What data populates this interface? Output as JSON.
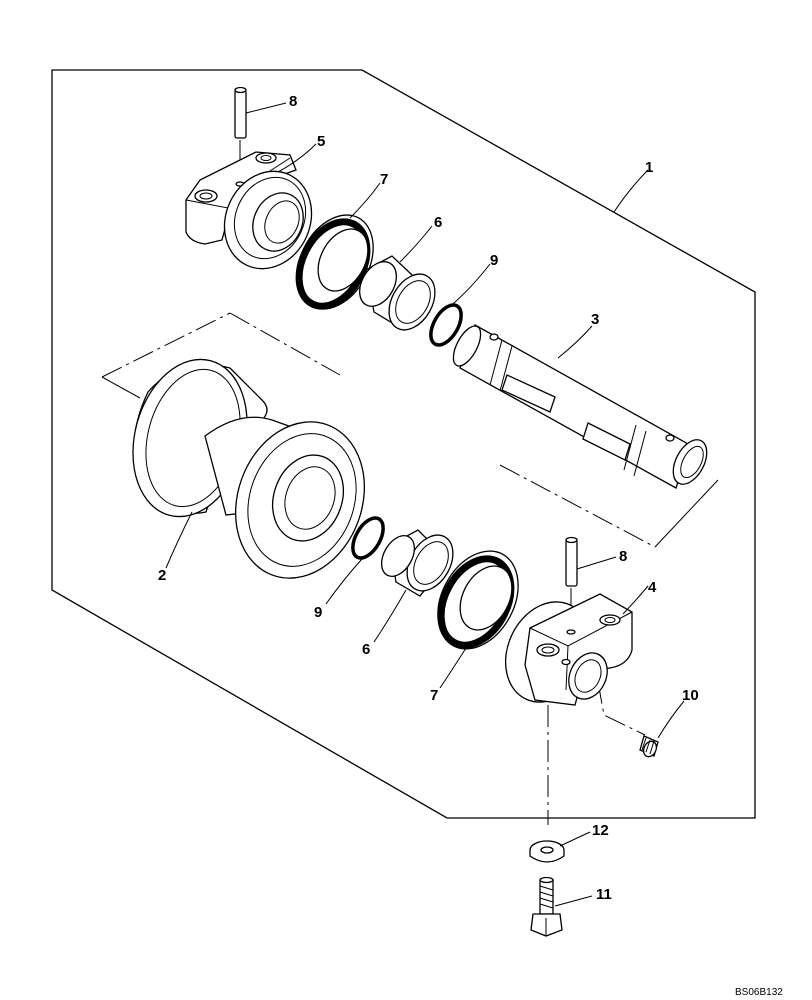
{
  "diagram": {
    "callouts": {
      "c1": "1",
      "c2": "2",
      "c3": "3",
      "c4": "4",
      "c5": "5",
      "c6a": "6",
      "c6b": "6",
      "c7a": "7",
      "c7b": "7",
      "c8a": "8",
      "c8b": "8",
      "c9a": "9",
      "c9b": "9",
      "c10": "10",
      "c11": "11",
      "c12": "12"
    },
    "reference_code": "BS06B132"
  }
}
